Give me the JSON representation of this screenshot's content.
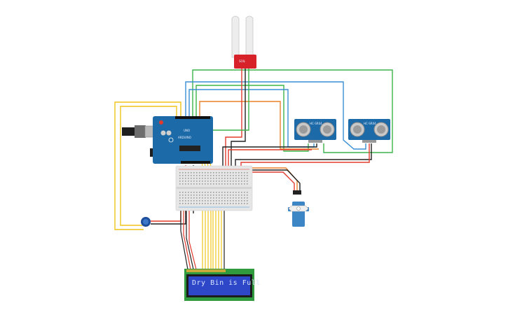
{
  "lcd": {
    "line1": "Dry Bin is Full"
  },
  "arduino": {
    "board_label": "UNO",
    "brand_label": "ARDUINO"
  },
  "ultrasonic_left": {
    "label": "HC-SR04"
  },
  "ultrasonic_right": {
    "label": "HC-SR04"
  },
  "soil_sensor": {
    "label": "SOIL"
  },
  "colors": {
    "wire_green": "#3cb54a",
    "wire_blue": "#3a8fd6",
    "wire_yellow": "#f0c419",
    "wire_red": "#e23b2e",
    "wire_orange": "#e8812a",
    "wire_black": "#222222",
    "arduino_board": "#1d6aa8",
    "lcd_screen": "#2e46c8",
    "lcd_pcb": "#2f9a3e",
    "servo_body": "#3d86c6",
    "sensor_pcb": "#d8222a",
    "breadboard": "#e6e6e6"
  }
}
